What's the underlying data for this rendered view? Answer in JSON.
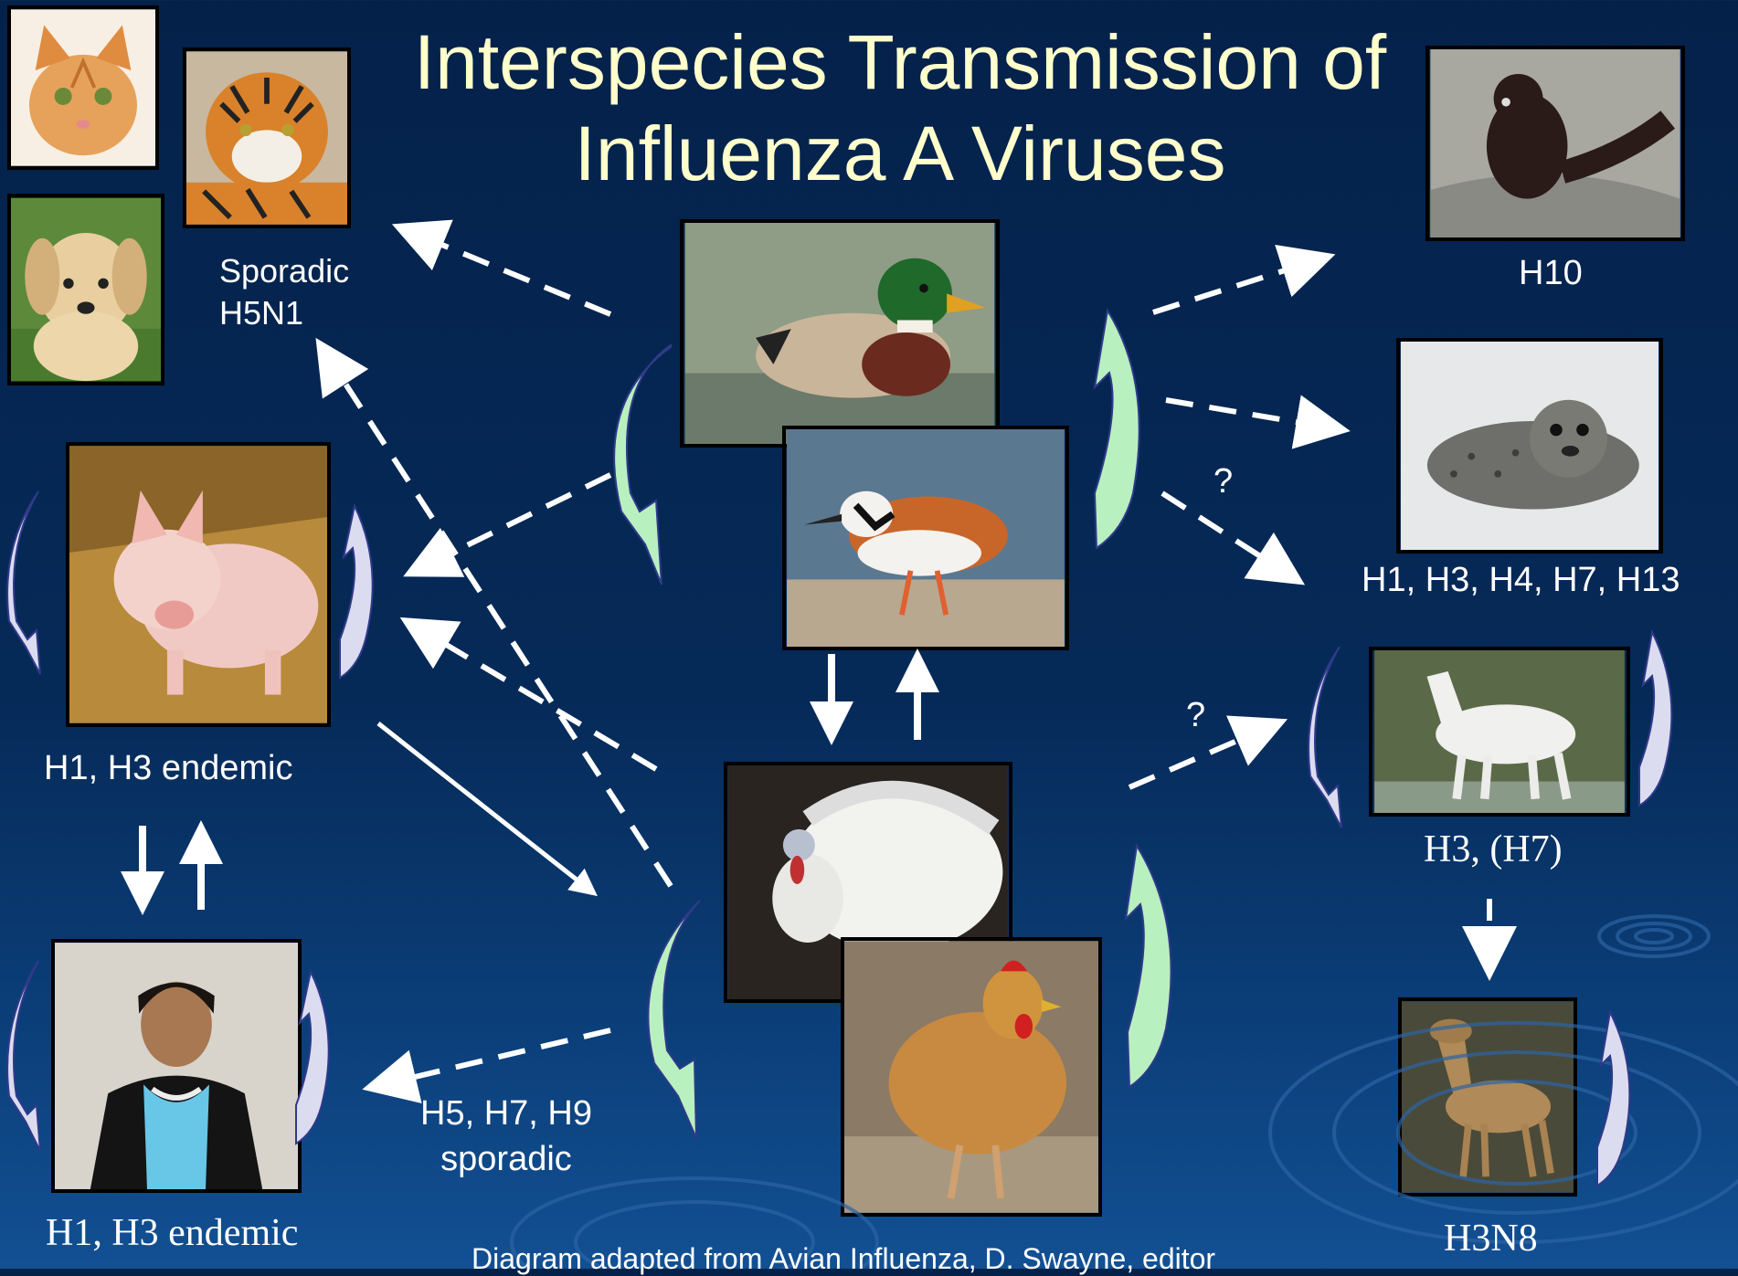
{
  "title": {
    "line1": "Interspecies Transmission of",
    "line2": "Influenza A Viruses"
  },
  "labels": {
    "cats_tigers": [
      "Sporadic",
      "H5N1"
    ],
    "pigs": "H1, H3 endemic",
    "humans": "H1, H3 endemic",
    "poultry_to_humans": [
      "H5, H7, H9",
      "sporadic"
    ],
    "mink": "H10",
    "seals": "H1, H3, H4, H7, H13",
    "horses": "H3, (H7)",
    "dogs": "H3N8",
    "uncertain_mark_1": "?",
    "uncertain_mark_2": "?"
  },
  "credit": "Diagram adapted from Avian Influenza, D. Swayne, editor",
  "icons": {
    "cat": "cat-photo",
    "tiger": "tiger-photo",
    "puppy": "puppy-photo",
    "pig": "pig-photo",
    "person": "person-photo",
    "duck": "mallard-photo",
    "shorebird": "shorebird-photo",
    "turkey": "turkey-photo",
    "chicken": "chicken-photo",
    "mink": "mink-photo",
    "seal": "seal-photo",
    "horse": "horse-photo",
    "greyhound": "greyhound-photo"
  },
  "colors": {
    "title": "#ffffcc",
    "text": "#ffffff",
    "arrow": "#ffffff",
    "cycle_green": "#b9f0c0",
    "cycle_lavender": "#dcdcf0",
    "background": "#062a58"
  }
}
